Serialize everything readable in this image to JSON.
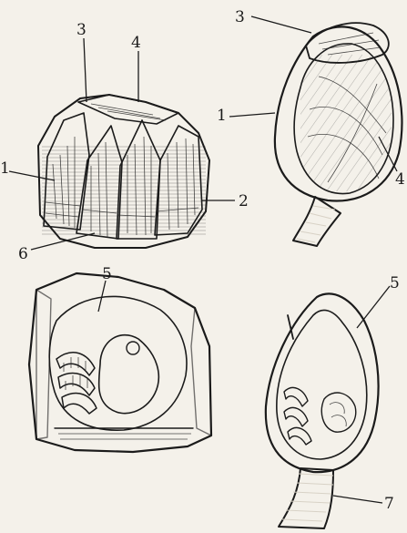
{
  "labels": {
    "acorn_1": "1",
    "acorn_2": "2",
    "acorn_3": "3",
    "acorn_4": "4",
    "acorn_6": "6",
    "goose_3": "3",
    "goose_1": "1",
    "goose_4": "4",
    "acorn_section_5": "5",
    "goose_section_5": "5",
    "goose_section_7": "7"
  }
}
